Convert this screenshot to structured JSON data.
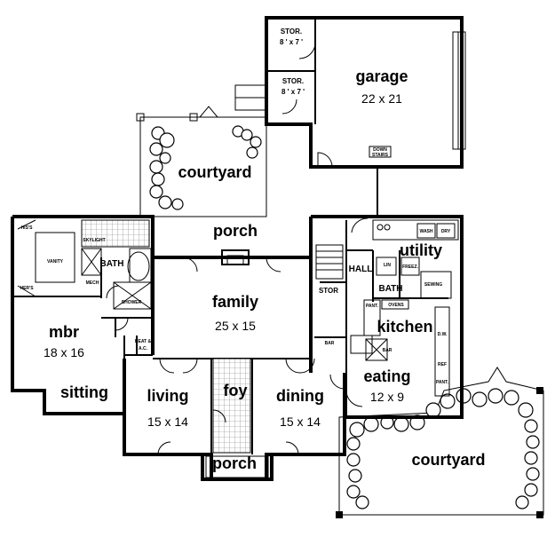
{
  "plan": {
    "rooms": {
      "garage": {
        "name": "garage",
        "size": "22 x 21"
      },
      "stor1": {
        "name": "STOR.",
        "size": "8 ' x 7 '"
      },
      "stor2": {
        "name": "STOR.",
        "size": "8 ' x 7 '"
      },
      "courtyard_top": {
        "name": "courtyard"
      },
      "porch_top": {
        "name": "porch"
      },
      "family": {
        "name": "family",
        "size": "25 x 15"
      },
      "mbr": {
        "name": "mbr",
        "size": "18 x 16"
      },
      "sitting": {
        "name": "sitting"
      },
      "master_bath": {
        "name": "BATH"
      },
      "utility": {
        "name": "utility"
      },
      "kitchen": {
        "name": "kitchen"
      },
      "eating": {
        "name": "eating",
        "size": "12 x 9"
      },
      "hall": {
        "name": "HALL"
      },
      "bath2": {
        "name": "BATH"
      },
      "stor_small": {
        "name": "STOR"
      },
      "living": {
        "name": "living",
        "size": "15 x 14"
      },
      "foy": {
        "name": "foy"
      },
      "dining": {
        "name": "dining",
        "size": "15 x 14"
      },
      "porch_bottom": {
        "name": "porch"
      },
      "courtyard_right": {
        "name": "courtyard"
      }
    },
    "small_labels": {
      "skylight": "SKYLIGHT",
      "shower": "SHOWER",
      "heat": "HEAT &",
      "ac": "A.C.",
      "bar1": "BAR",
      "bar2": "BAR",
      "sewing": "SEWING",
      "wash": "WASH",
      "dry": "DRY",
      "freez": "FREEZ.",
      "ovens": "OVENS",
      "pantry": "PANT.",
      "ref": "REF",
      "dw": "D.W.",
      "pantry2": "PANT.",
      "stairs1": "DOWN",
      "stairs2": "STAIRS",
      "lin": "LIN",
      "mech": "MECH",
      "his": "HIS'S",
      "hers": "HER'S",
      "vanity": "VANITY"
    }
  }
}
